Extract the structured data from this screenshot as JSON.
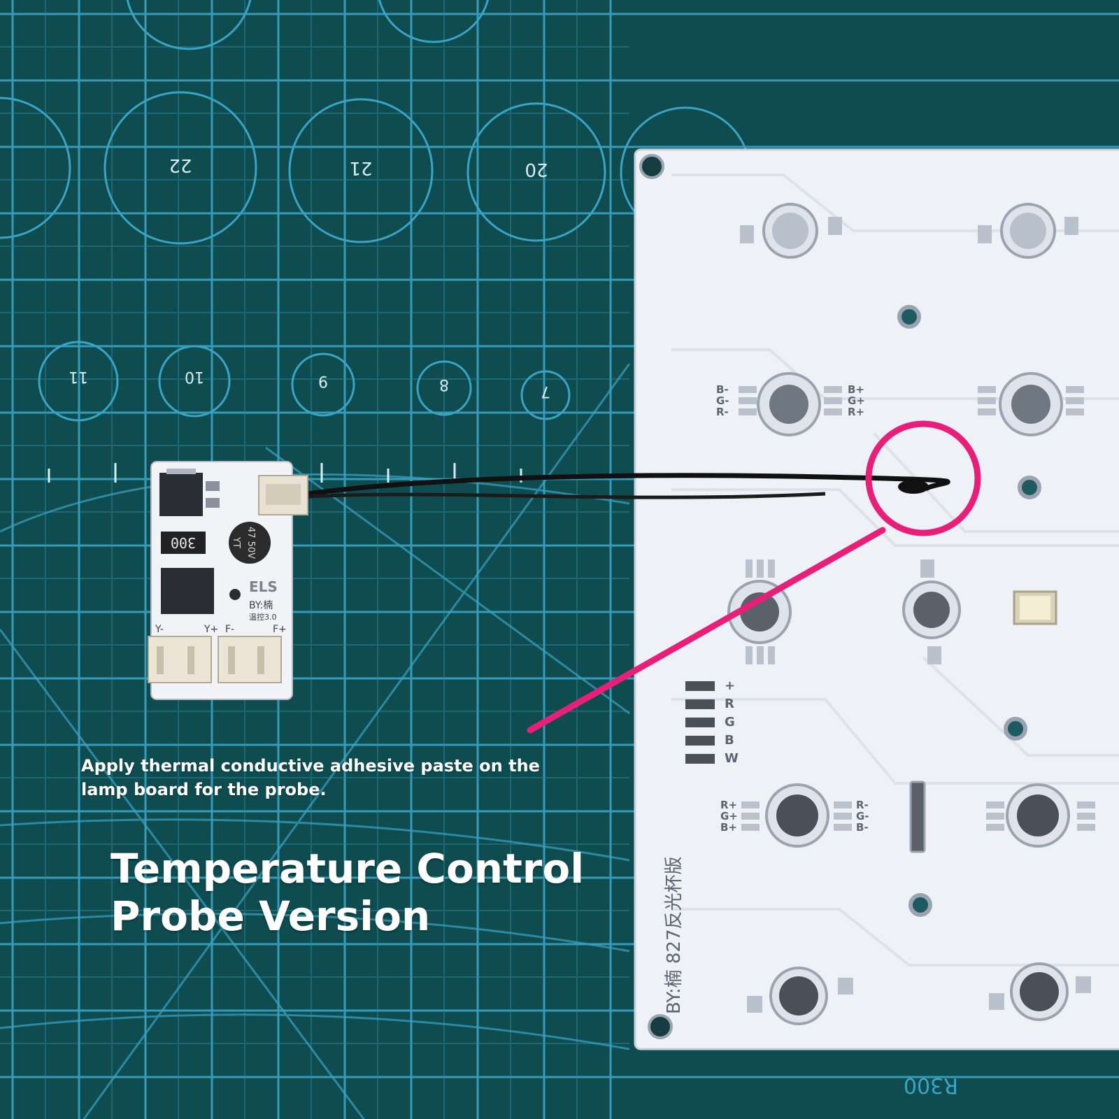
{
  "caption": "Apply thermal conductive adhesive paste on the lamp board for the probe.",
  "title_line1": "Temperature Control",
  "title_line2": "Probe Version",
  "mat": {
    "circle_labels": [
      "22",
      "21",
      "20",
      "11",
      "10",
      "9",
      "8",
      "7"
    ],
    "ruler_label": "R300"
  },
  "module_board": {
    "resistor_code": "300",
    "capacitor_text": "47 50V",
    "capacitor_brand": "YT",
    "brand": "ELS",
    "by_label": "BY:楠",
    "version_label": "温控3.0",
    "pin_labels": [
      "Y-",
      "Y+",
      "F-",
      "F+"
    ]
  },
  "lamp_board": {
    "rgb_labels_right": [
      "B+",
      "G+",
      "R+"
    ],
    "rgb_labels_left": [
      "B-",
      "G-",
      "R-"
    ],
    "rgbw_labels": [
      "+",
      "R",
      "G",
      "B",
      "W"
    ],
    "rgb_labels_lower_left": [
      "R+",
      "G+",
      "B+"
    ],
    "rgb_labels_lower_right": [
      "R-",
      "G-",
      "B-"
    ],
    "side_text": "BY:楠  827反光杯版"
  },
  "colors": {
    "mat": "#0f4c50",
    "mat_lines": "#3aa4c4",
    "highlight": "#e81f78",
    "board": "#f2f4f8"
  }
}
